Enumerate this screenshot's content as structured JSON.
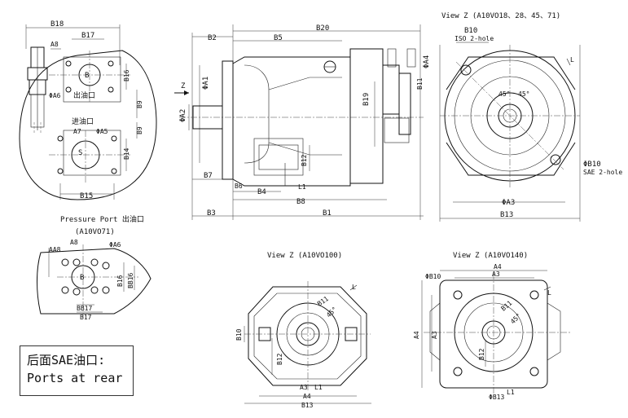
{
  "captions": {
    "view_z_small": "View Z (A10VO18、28、45、71)",
    "pressure_port": "Pressure Port 出油口",
    "pressure_port_model": "(A10VO71)",
    "view_z_100": "View Z (A10VO100)",
    "view_z_140": "View Z (A10VO140)",
    "z_arrow": "Z"
  },
  "note": {
    "line1": "后面SAE油口:",
    "line2": "Ports at rear"
  },
  "port_block": {
    "outlet": "出油口",
    "inlet": "进油口",
    "labels": [
      "B18",
      "A8",
      "B17",
      "B16",
      "ΦA6",
      "B9",
      "A7",
      "ΦA5",
      "B9",
      "B14",
      "B15",
      "S",
      "B"
    ]
  },
  "side_view": {
    "labels": [
      "B2",
      "B5",
      "B20",
      "ΦA1",
      "ΦA2",
      "B19",
      "B7",
      "B6",
      "B4",
      "B12",
      "L1",
      "B8",
      "B3",
      "B1",
      "B11",
      "ΦA4"
    ]
  },
  "view_z_small": {
    "labels": [
      "B10",
      "ISO 2-hole",
      "L",
      "45°",
      "45°",
      "ΦB10",
      "SAE 2-hole",
      "ΦA3",
      "B13"
    ]
  },
  "pressure_port_view": {
    "labels": [
      "AA8",
      "A8",
      "ΦA6",
      "B",
      "B16",
      "BB16",
      "BB17",
      "B17"
    ]
  },
  "view_z_100": {
    "labels": [
      "L",
      "B11",
      "45°",
      "B10",
      "B12",
      "A3",
      "L1",
      "A4",
      "B13"
    ]
  },
  "view_z_140": {
    "labels": [
      "A4",
      "ΦB10",
      "A3",
      "L",
      "B11",
      "45°",
      "A4",
      "A3",
      "B12",
      "ΦB13",
      "L1"
    ]
  }
}
